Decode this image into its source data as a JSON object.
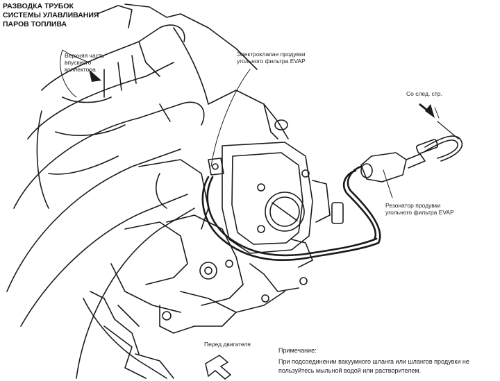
{
  "title": "РАЗВОДКА ТРУБОК\nСИСТЕМЫ УЛАВЛИВАНИЯ\nПАРОВ ТОПЛИВА",
  "labels": {
    "upper_manifold": "Верхняя часть\nвпускного\nколлектора",
    "evap_purge_valve": "Электроклапан продувки\nугольного фильтра EVAP",
    "to_next": "Со след. стр.",
    "evap_resonator": "Резонатор продувки\nугольного фильтра EVAP",
    "engine_front": "Перед двигателя"
  },
  "note": {
    "heading": "Примечание:",
    "text": "При подсоединении вакуумного шланга или шлангов продувки не пользуйтесь мыльной водой или растворителем."
  },
  "colors": {
    "ink": "#1a1a1a",
    "paper": "#ffffff",
    "shade": "#555555"
  }
}
